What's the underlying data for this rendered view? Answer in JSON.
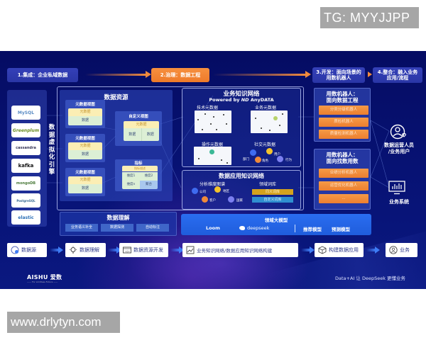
{
  "watermarks": {
    "top": "TG: MYYJJPP",
    "bottom": "www.drlytyn.com"
  },
  "stages": [
    {
      "label": "1.集成：企业私域数据",
      "color": "#2e3bb0"
    },
    {
      "label": "2.治理：数据工程",
      "color": "#f0843a"
    },
    {
      "label_line1": "3.开发：面向场景的",
      "label_line2": "用数机器人",
      "color": "#2e3bb0"
    },
    {
      "label_line1": "4.整合：融入业务",
      "label_line2": "应用/流程",
      "color": "#2e3bb0"
    }
  ],
  "engine": {
    "title_chars": [
      "数",
      "据",
      "虚",
      "拟",
      "化",
      "引",
      "擎"
    ],
    "sources": [
      {
        "name": "MySQL",
        "icon": "mysql-logo"
      },
      {
        "name": "Greenplum",
        "icon": "greenplum-logo"
      },
      {
        "name": "cassandra",
        "icon": "cassandra-logo"
      },
      {
        "name": "kafka",
        "icon": "kafka-logo"
      },
      {
        "name": "mongoDB",
        "icon": "mongodb-logo"
      },
      {
        "name": "PostgreSQL",
        "icon": "postgresql-logo"
      },
      {
        "name": "elastic",
        "icon": "elastic-logo"
      }
    ]
  },
  "data_resources": {
    "title": "数据资源",
    "metadata_views": [
      {
        "title": "元数据视图",
        "meta": "元数据",
        "data": "数据"
      },
      {
        "title": "元数据视图",
        "meta": "元数据",
        "data": "数据"
      },
      {
        "title": "元数据视图",
        "meta": "元数据",
        "data": "数据"
      }
    ],
    "custom_view": {
      "title": "自定义视图",
      "meta": "元数据",
      "data_left": "数据",
      "data_right": "数据"
    },
    "metric": {
      "title": "指标",
      "desc": "指标描述",
      "dim1": "维度1",
      "dim2": "维度2",
      "dimn": "维度n",
      "agg": "聚合"
    }
  },
  "business_kg": {
    "title": "业务知识网络",
    "powered_by": "Powered by",
    "vendor": "AnyDATA",
    "tech_meta": "技术元数据",
    "biz_meta": "业务元数据",
    "op_meta": "操作元数据",
    "social_meta": "社交元数据",
    "social_nodes": [
      {
        "label": "部门",
        "color": "#3f6cf0"
      },
      {
        "label": "用户",
        "color": "#f4c32c"
      },
      {
        "label": "角色",
        "color": "#f08a3a"
      },
      {
        "label": "行为",
        "color": "#7b7ff0"
      }
    ]
  },
  "app_kg": {
    "title": "数据应用知识网络",
    "analysis_title": "分析维度图谱",
    "analysis_nodes": [
      {
        "label": "公司",
        "color": "#3f6cf0"
      },
      {
        "label": "地区",
        "color": "#f4c32c"
      },
      {
        "label": "客户",
        "color": "#f08a3a"
      },
      {
        "label": "国家",
        "color": "#7b7ff0"
      }
    ],
    "lexicon_title": "领域词库",
    "lexicons": [
      {
        "label": "同义词库",
        "color": "#d4a21e"
      },
      {
        "label": "自定义词库",
        "color": "#2f8fd0"
      }
    ]
  },
  "robots": [
    {
      "title_line1": "用数机器人：",
      "title_line2": "面向数据工程",
      "items": [
        "分类分级机器人",
        "质检机器人",
        "质量检测机器人"
      ]
    },
    {
      "title_line1": "用数机器人：",
      "title_line2": "面向找数用数",
      "items": [
        "业绩分析机器人",
        "运营优化机器人",
        "..."
      ]
    }
  ],
  "actors": [
    {
      "label_line1": "数据运营人员",
      "label_line2": "/业务用户",
      "icon": "user-heart-icon"
    },
    {
      "label_line1": "业务系统",
      "label_line2": "",
      "icon": "monitor-chart-icon"
    }
  ],
  "data_understanding": {
    "title": "数据理解",
    "items": [
      "业务语义补全",
      "数据探测",
      "自动标注"
    ]
  },
  "domain_models": {
    "title": "领域大模型",
    "items": [
      "Loom",
      "deepseek",
      "推荐模型",
      "预测模型"
    ]
  },
  "flow": [
    {
      "label": "数据源",
      "icon": "data-source-icon"
    },
    {
      "label": "数据理解",
      "icon": "lightbulb-icon"
    },
    {
      "label": "数据资源开发",
      "icon": "code-window-icon"
    },
    {
      "label": "业务知识网络/数据应用知识网络构建",
      "icon": "chart-image-icon"
    },
    {
      "label": "构建数据应用",
      "icon": "cube-icon"
    },
    {
      "label": "业务",
      "icon": "user-circle-icon"
    }
  ],
  "footer": {
    "brand": "AISHU 爱数",
    "brand_sub": "—— For Limitless Future ——",
    "slogan": "Data+AI 让 DeepSeek 更懂业务"
  },
  "colors": {
    "background_dark": "#071274",
    "accent_orange": "#f0843a",
    "panel_blue": "#3b55c8",
    "model_bar_blue": "#2566e8"
  }
}
